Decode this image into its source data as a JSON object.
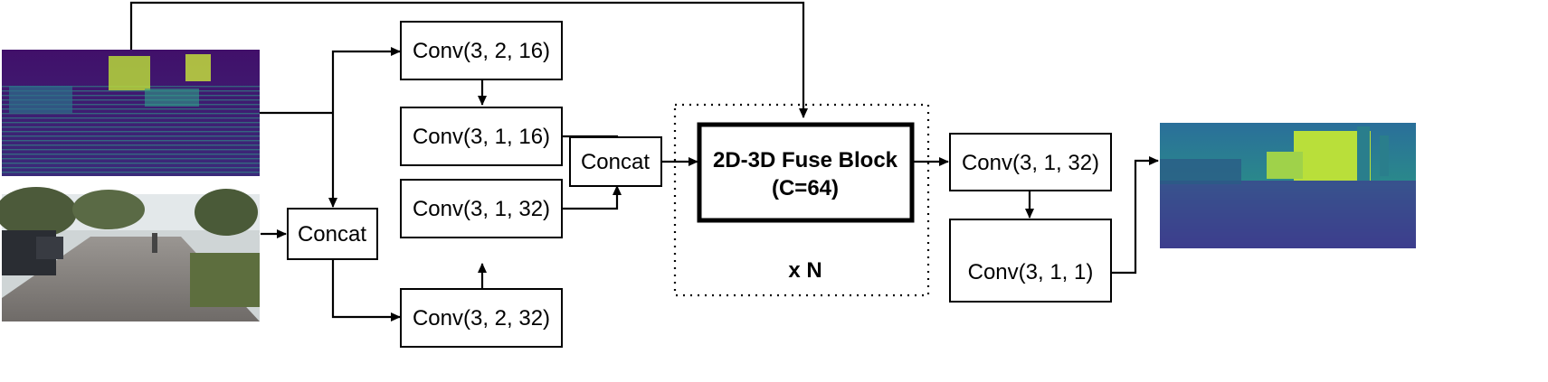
{
  "nodes": {
    "conv_a": "Conv(3, 2, 16)",
    "conv_b": "Conv(3, 1, 16)",
    "conv_c": "Conv(3, 1, 32)",
    "conv_d": "Conv(3, 2, 32)",
    "concat_left": "Concat",
    "concat_mid": "Concat",
    "fuse_line1": "2D-3D Fuse Block",
    "fuse_line2": "(C=64)",
    "repeat": "x N",
    "conv_e": "Conv(3, 1, 32)",
    "conv_f": "Conv(3, 1, 1)"
  },
  "images": {
    "lidar": "sparse-lidar-depth-image",
    "rgb": "rgb-street-image",
    "output": "dense-depth-map-image"
  },
  "colors": {
    "lidar_bg": "#3a0f5c",
    "depth_far": "#c9e83a",
    "depth_mid": "#1f8f8b",
    "depth_near": "#3b3a88",
    "road": "#8a8683",
    "sky": "#d8dde0"
  }
}
